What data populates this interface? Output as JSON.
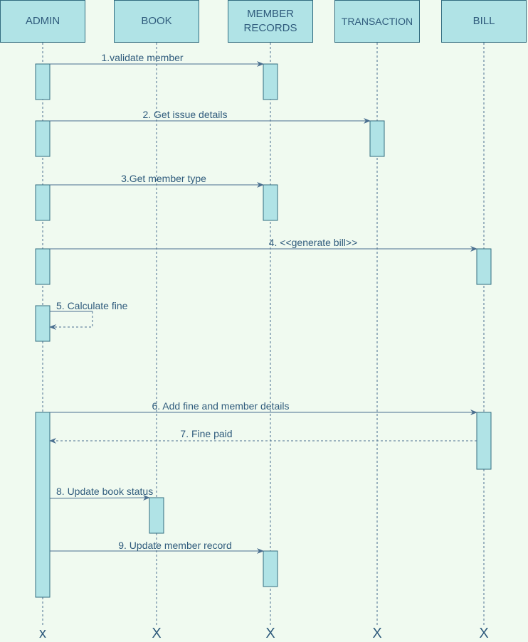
{
  "actors": [
    {
      "id": "admin",
      "label": "ADMIN",
      "end_mark": "x"
    },
    {
      "id": "book",
      "label": "BOOK",
      "end_mark": "X"
    },
    {
      "id": "member",
      "label": "MEMBER\nRECORDS",
      "end_mark": "X"
    },
    {
      "id": "transaction",
      "label": "TRANSACTION",
      "end_mark": "X"
    },
    {
      "id": "bill",
      "label": "BILL",
      "end_mark": "X"
    }
  ],
  "messages": [
    {
      "label": "1.validate member",
      "from": "admin",
      "to": "member",
      "style": "solid"
    },
    {
      "label": "2. Get issue details",
      "from": "admin",
      "to": "transaction",
      "style": "solid"
    },
    {
      "label": "3.Get member type",
      "from": "admin",
      "to": "member",
      "style": "solid"
    },
    {
      "label": "4. <<generate bill>>",
      "from": "admin",
      "to": "bill",
      "style": "solid"
    },
    {
      "label": "5. Calculate fine",
      "from": "admin",
      "to": "admin",
      "style": "self"
    },
    {
      "label": "6. Add fine and member details",
      "from": "admin",
      "to": "bill",
      "style": "solid"
    },
    {
      "label": "7. Fine paid",
      "from": "bill",
      "to": "admin",
      "style": "dashed"
    },
    {
      "label": "8. Update book status",
      "from": "admin",
      "to": "book",
      "style": "solid"
    },
    {
      "label": "9. Update member record",
      "from": "admin",
      "to": "member",
      "style": "solid"
    }
  ],
  "colors": {
    "background": "#f0faf0",
    "box_fill": "#b0e3e6",
    "box_stroke": "#336d80",
    "line": "#4a6f8f",
    "text": "#2f5b7c"
  }
}
